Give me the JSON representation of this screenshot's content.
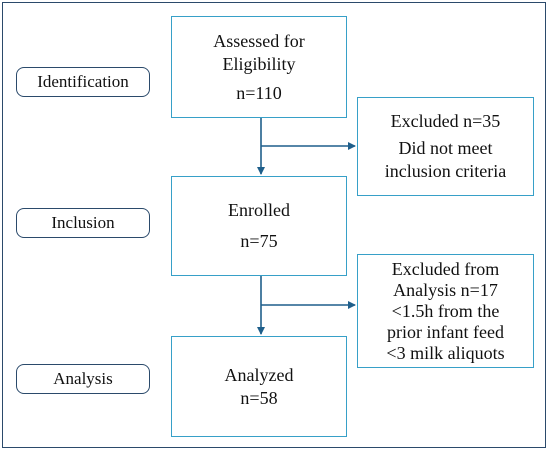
{
  "stages": {
    "identification": "Identification",
    "inclusion": "Inclusion",
    "analysis": "Analysis"
  },
  "assessed": {
    "line1": "Assessed for",
    "line2": "Eligibility",
    "line3": "n=110"
  },
  "excluded1": {
    "line1": "Excluded n=35",
    "line2": "Did not meet",
    "line3": "inclusion criteria"
  },
  "enrolled": {
    "line1": "Enrolled",
    "line2": "n=75"
  },
  "excluded2": {
    "line1": "Excluded from",
    "line2": "Analysis n=17",
    "line3": "<1.5h from the",
    "line4": "prior infant feed",
    "line5": "<3 milk aliquots"
  },
  "analyzed": {
    "line1": "Analyzed",
    "line2": "n=58"
  },
  "colors": {
    "frame": "#2b4a6b",
    "box_border": "#37a0c8",
    "arrow": "#1f5f8b"
  }
}
